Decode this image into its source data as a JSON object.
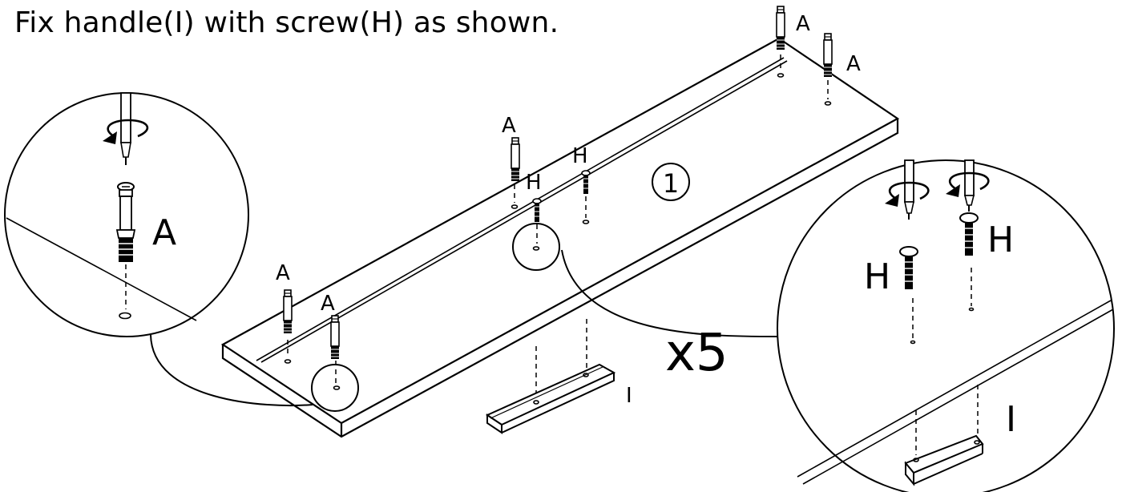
{
  "instruction": "Fix handle(I) with screw(H) as shown.",
  "step_number": "1",
  "multiplier": "x5",
  "labels": {
    "cam_bolt": "A",
    "screw": "H",
    "handle": "I"
  }
}
